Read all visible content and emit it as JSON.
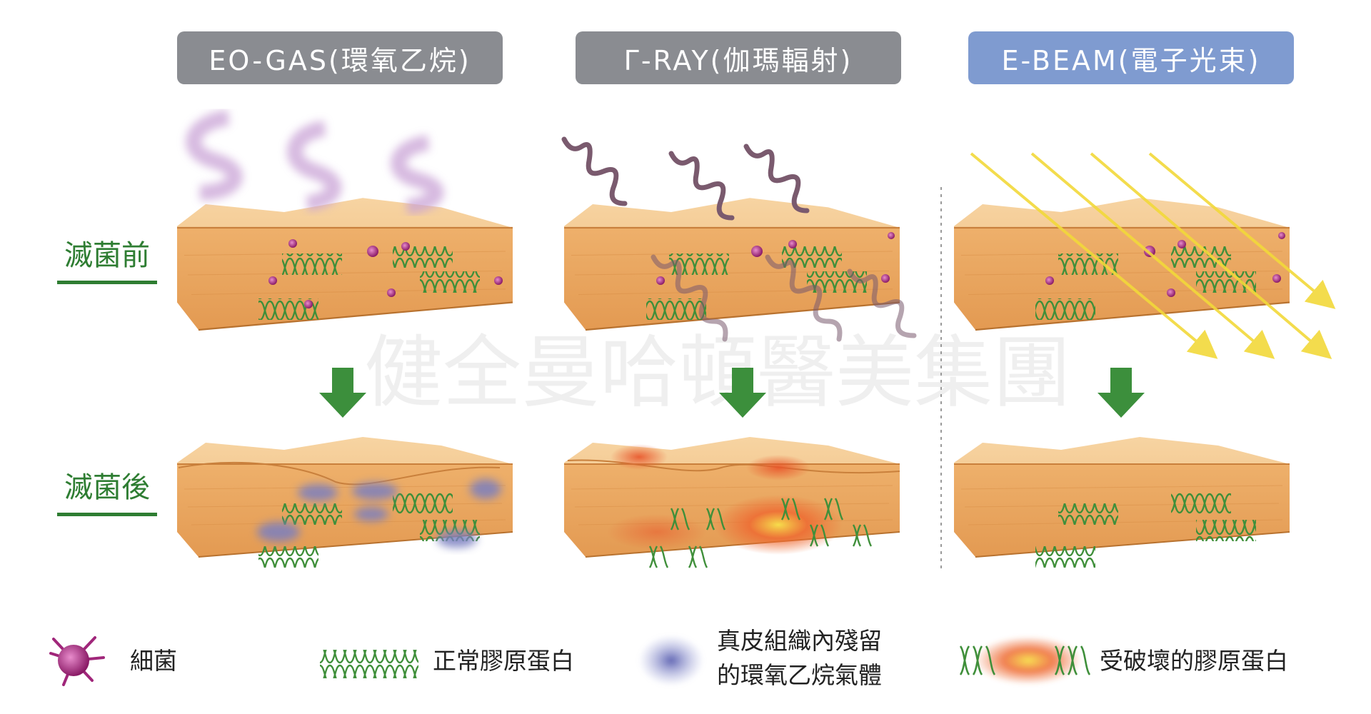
{
  "headers": [
    {
      "label": "EO-GAS(環氧乙烷)",
      "color": "#8a8c91"
    },
    {
      "label": "Γ-RAY(伽瑪輻射)",
      "color": "#8a8c91"
    },
    {
      "label": "E-BEAM(電子光束)",
      "color": "#7f9bd0"
    }
  ],
  "rows": {
    "before": "滅菌前",
    "after": "滅菌後"
  },
  "watermark": {
    "text": "健全曼哈頓醫美集團"
  },
  "legend": [
    {
      "icon": "bacteria-icon",
      "label": "細菌"
    },
    {
      "icon": "collagen-icon",
      "label": "正常膠原蛋白"
    },
    {
      "icon": "gas-residue-icon",
      "label_line1": "真皮組織內殘留",
      "label_line2": "的環氧乙烷氣體"
    },
    {
      "icon": "damaged-collagen-icon",
      "label": "受破壞的膠原蛋白"
    }
  ],
  "colors": {
    "tissue_top": "#f3c891",
    "tissue_front": "#e9a35e",
    "tissue_side": "#d48a44",
    "collagen": "#3f8f3a",
    "bacteria": "#a0267a",
    "arrow": "#3c8f3c",
    "label_green": "#2e7d32",
    "gas_purple": "#c9a3d6",
    "gamma_wave": "#7a5a6e",
    "ebeam": "#f5e03a",
    "gas_residue": "#6b6fb8",
    "damage_red": "#e8552a"
  }
}
